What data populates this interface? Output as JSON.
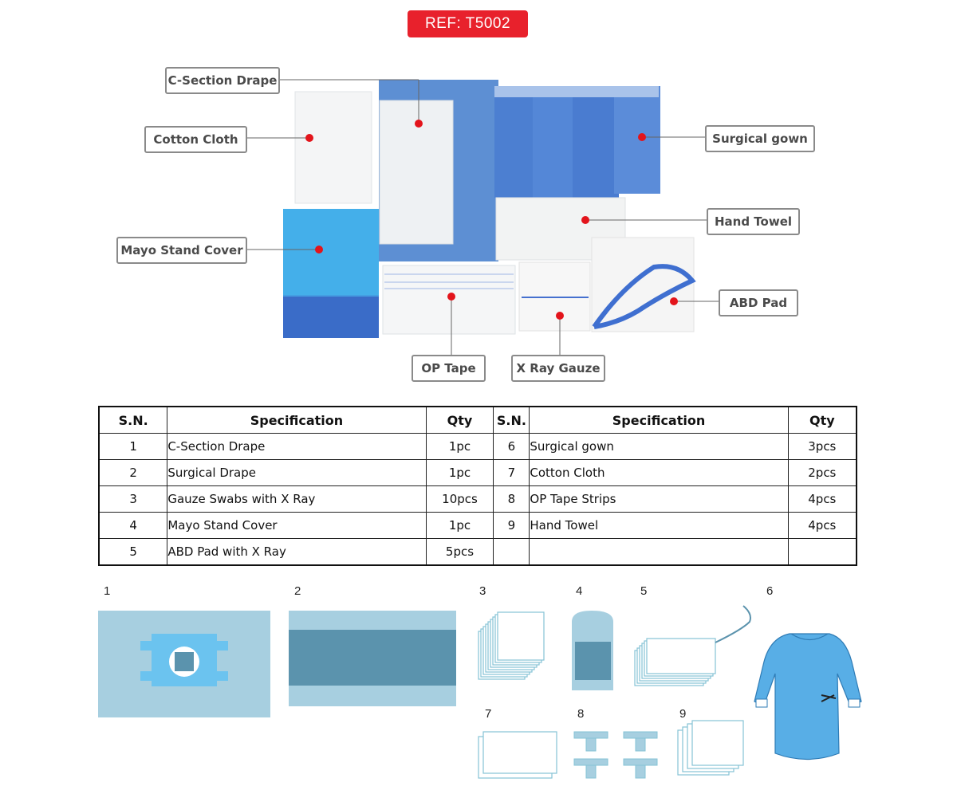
{
  "ref": "REF: T5002",
  "callouts": {
    "c_section_drape": "C-Section Drape",
    "cotton_cloth": "Cotton Cloth",
    "surgical_gown": "Surgical gown",
    "hand_towel": "Hand Towel",
    "mayo_stand_cover": "Mayo Stand Cover",
    "abd_pad": "ABD Pad",
    "op_tape": "OP Tape",
    "x_ray_gauze": "X Ray Gauze"
  },
  "table": {
    "headers": [
      "S.N.",
      "Specification",
      "Qty",
      "S.N.",
      "Specification",
      "Qty"
    ],
    "rows": [
      [
        "1",
        "C-Section Drape",
        "1pc",
        "6",
        "Surgical gown",
        "3pcs"
      ],
      [
        "2",
        "Surgical Drape",
        "1pc",
        "7",
        "Cotton Cloth",
        "2pcs"
      ],
      [
        "3",
        "Gauze Swabs with X Ray",
        "10pcs",
        "8",
        "OP Tape Strips",
        "4pcs"
      ],
      [
        "4",
        "Mayo Stand Cover",
        "1pc",
        "9",
        "Hand Towel",
        "4pcs"
      ],
      [
        "5",
        "ABD Pad with X Ray",
        "5pcs",
        "",
        "",
        ""
      ]
    ]
  },
  "diagram_numbers": [
    "1",
    "2",
    "3",
    "4",
    "5",
    "6",
    "7",
    "8",
    "9"
  ],
  "colors": {
    "accent_red": "#e8212c",
    "drape_light": "#a7cfe0",
    "drape_dark": "#5b93ad",
    "gown_blue": "#58aee6",
    "outline": "#86c3d6"
  }
}
